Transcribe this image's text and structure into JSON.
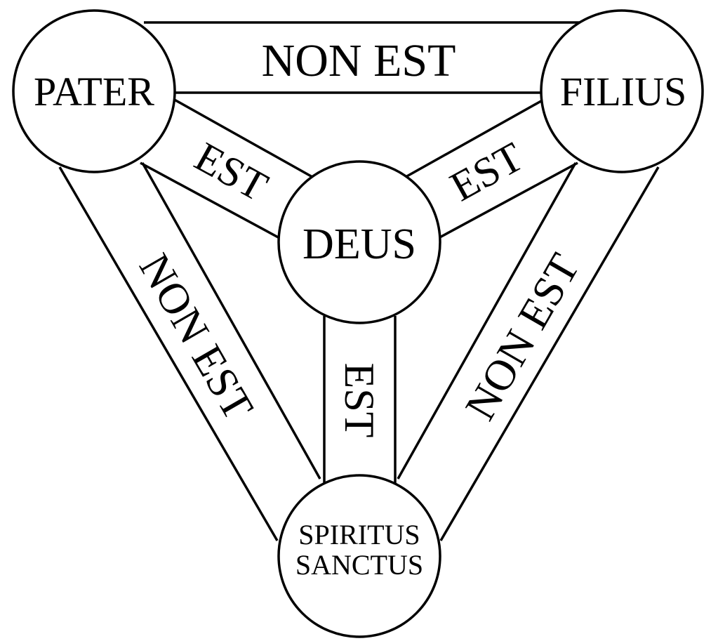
{
  "nodes": {
    "pater": "PATER",
    "filius": "FILIUS",
    "deus": "DEUS",
    "spiritus_line1": "SPIRITUS",
    "spiritus_line2": "SANCTUS"
  },
  "relations": {
    "pater_filius": "NON EST",
    "pater_deus": "EST",
    "filius_deus": "EST",
    "deus_spiritus": "EST",
    "pater_spiritus": "NON EST",
    "filius_spiritus": "NON EST"
  },
  "colors": {
    "stroke": "#000000",
    "background": "#ffffff"
  }
}
